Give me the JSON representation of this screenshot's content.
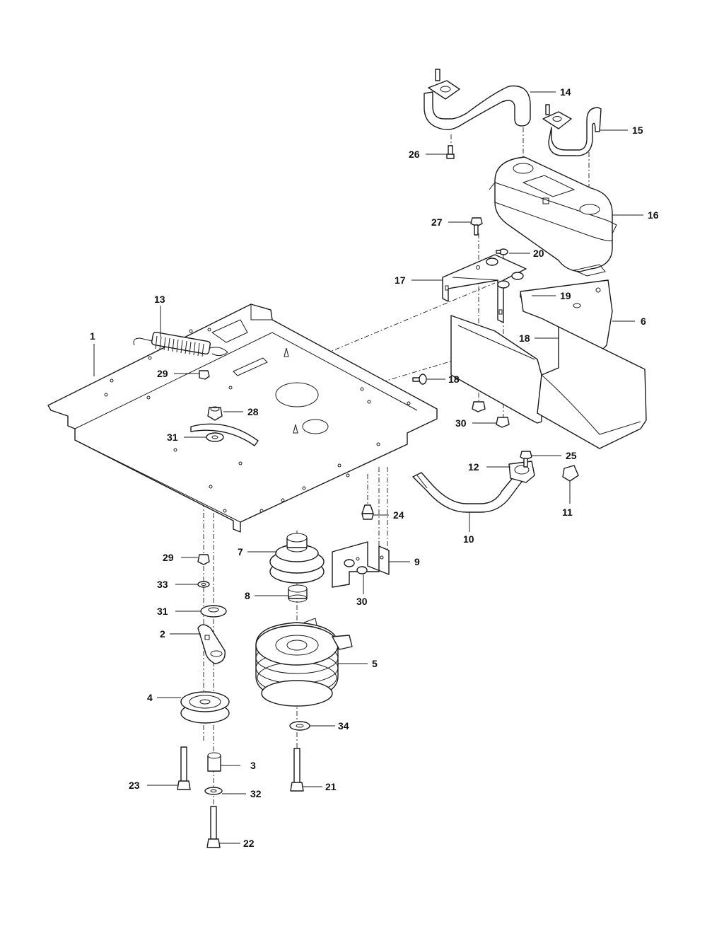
{
  "diagram": {
    "background": "#ffffff",
    "line_color": "#1a1a1a",
    "callouts": {
      "c1": "1",
      "c2": "2",
      "c3": "3",
      "c4": "4",
      "c5": "5",
      "c6": "6",
      "c7": "7",
      "c8": "8",
      "c9": "9",
      "c10": "10",
      "c11": "11",
      "c12": "12",
      "c13": "13",
      "c14": "14",
      "c15": "15",
      "c16": "16",
      "c17": "17",
      "c18a": "18",
      "c18b": "18",
      "c19": "19",
      "c20": "20",
      "c21": "21",
      "c22": "22",
      "c23": "23",
      "c24": "24",
      "c25": "25",
      "c26": "26",
      "c27": "27",
      "c28": "28",
      "c29a": "29",
      "c29b": "29",
      "c30a": "30",
      "c30b": "30",
      "c31a": "31",
      "c31b": "31",
      "c32": "32",
      "c33": "33",
      "c34": "34"
    }
  }
}
